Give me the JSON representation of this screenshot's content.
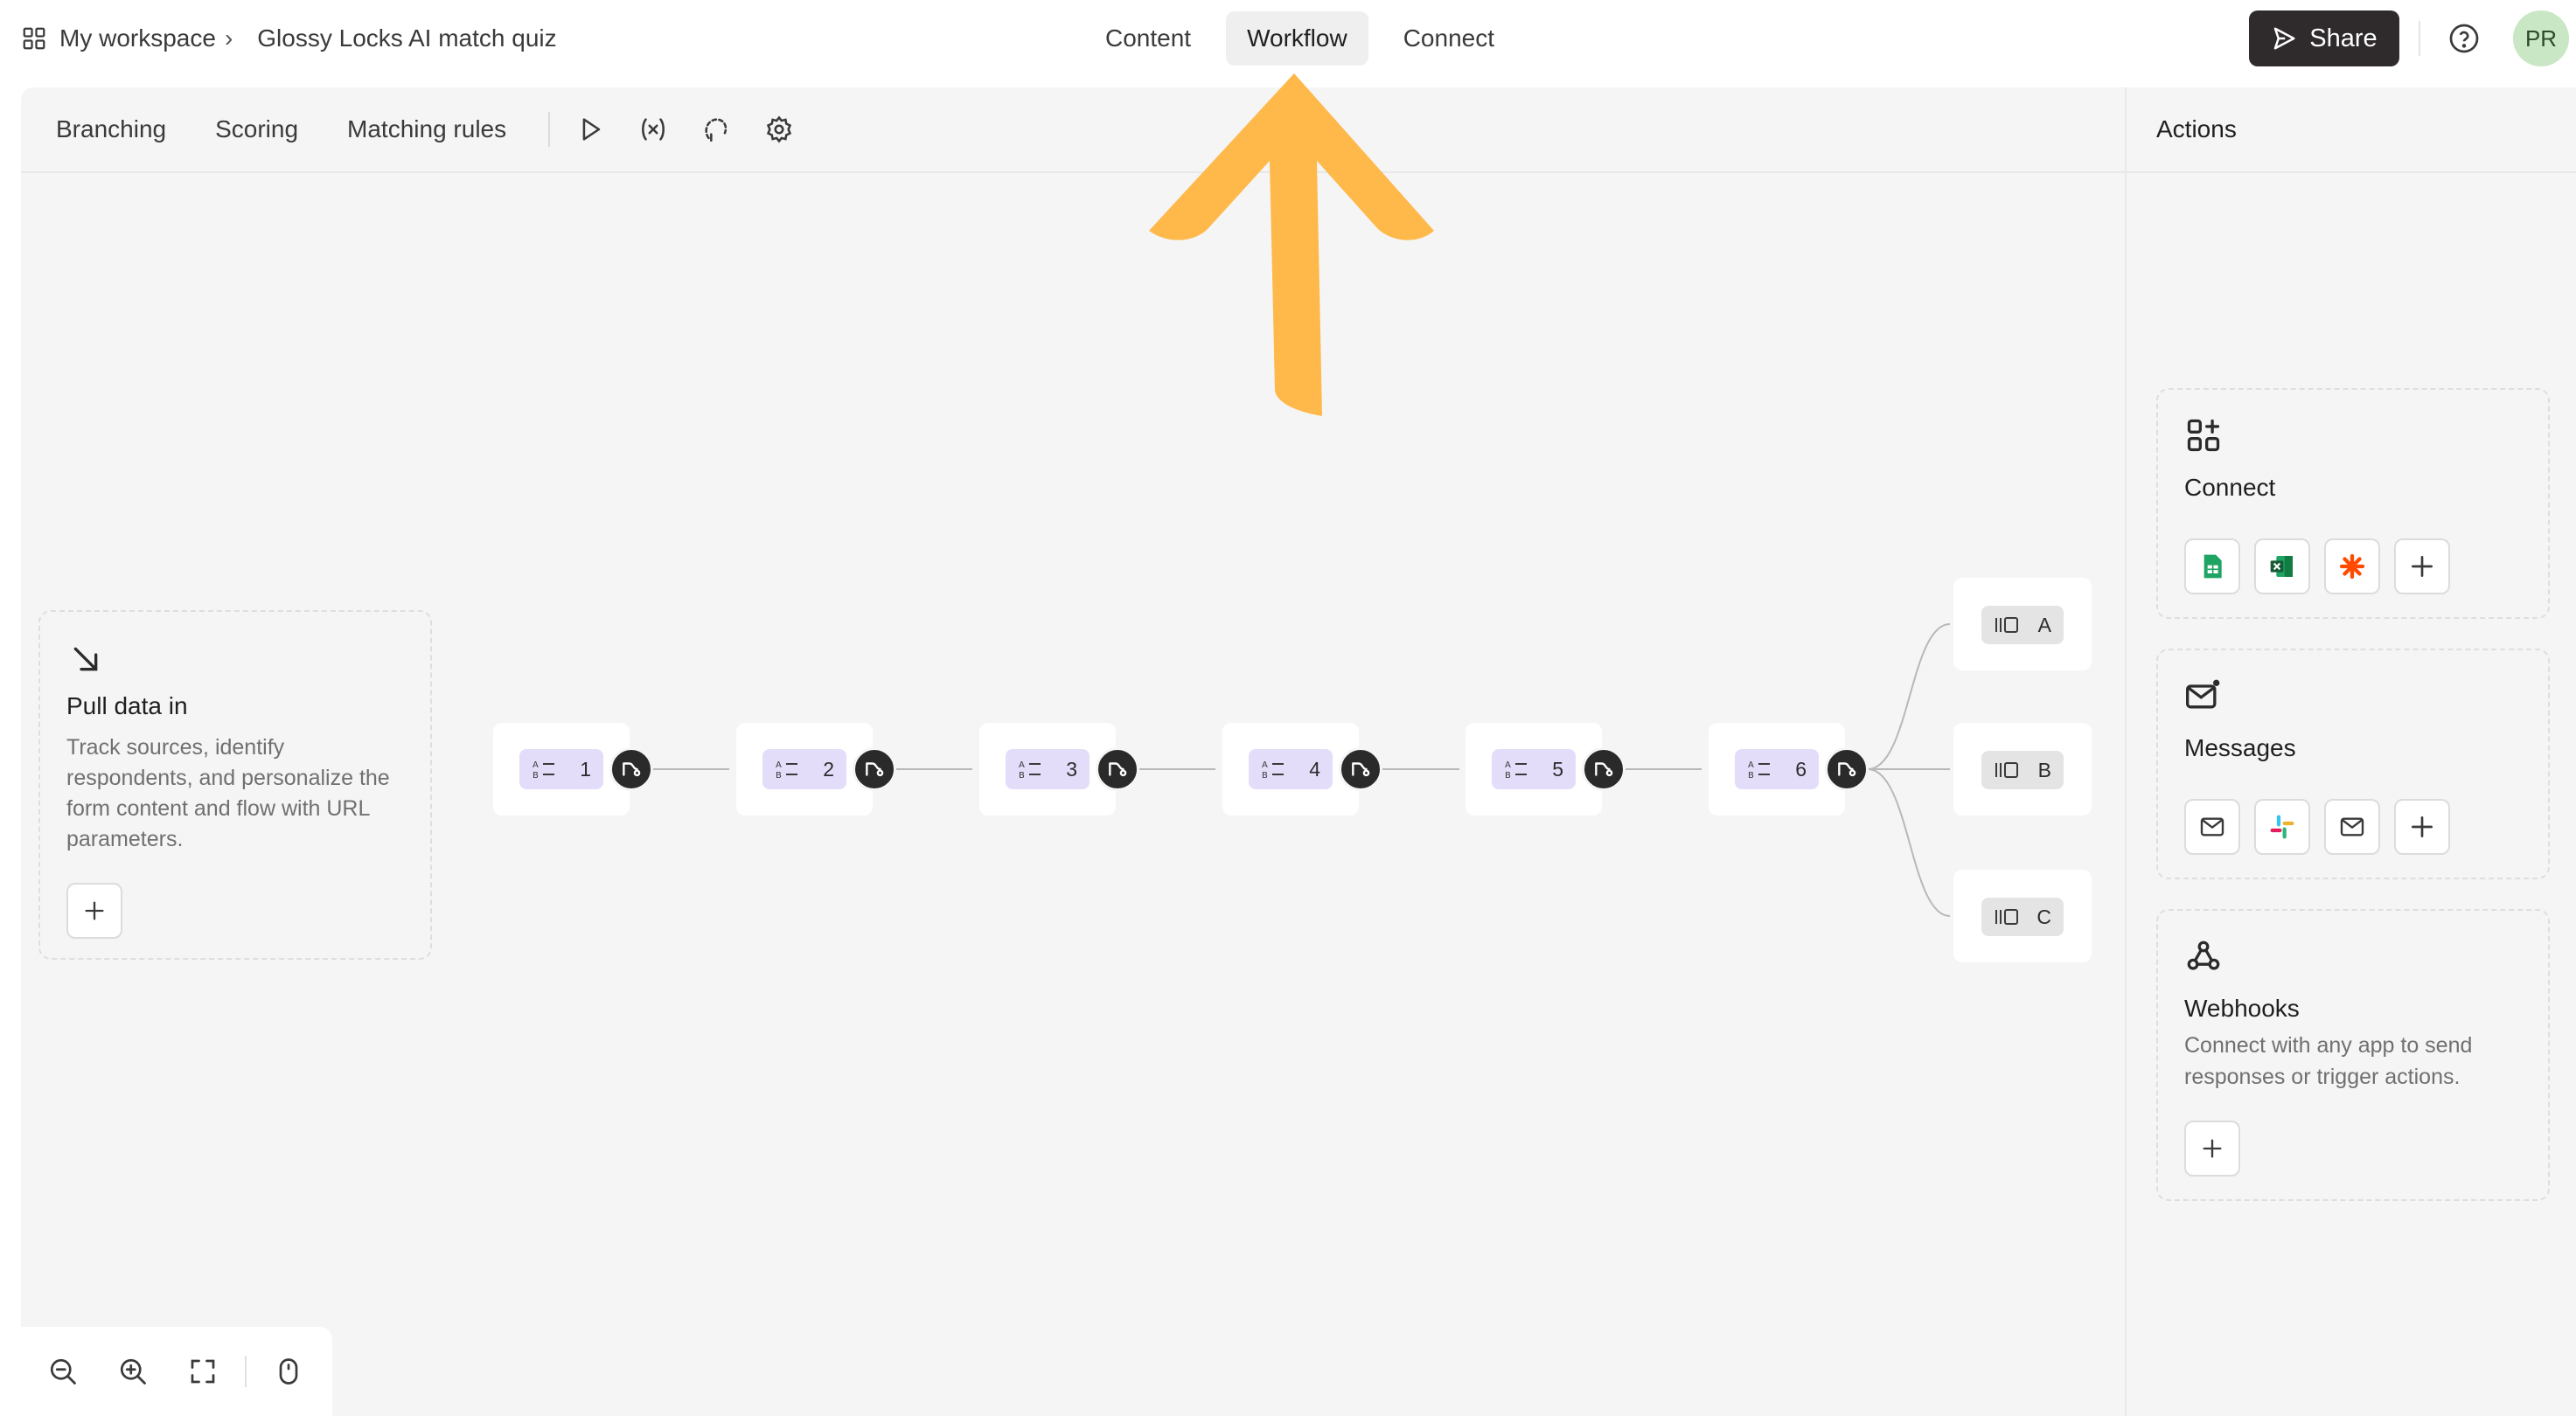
{
  "header": {
    "workspace": "My workspace",
    "form_name": "Glossy Locks AI match quiz",
    "tabs": [
      {
        "label": "Content",
        "active": false
      },
      {
        "label": "Workflow",
        "active": true
      },
      {
        "label": "Connect",
        "active": false
      }
    ],
    "share_label": "Share",
    "avatar_initials": "PR"
  },
  "toolbar": {
    "tabs": [
      "Branching",
      "Scoring",
      "Matching rules"
    ],
    "icons": [
      "play-icon",
      "variables-icon",
      "lasso-icon",
      "settings-icon"
    ]
  },
  "pull_card": {
    "title": "Pull data in",
    "description": "Track sources, identify respondents, and personalize the form content and flow with URL parameters."
  },
  "flow": {
    "questions": [
      "1",
      "2",
      "3",
      "4",
      "5",
      "6"
    ],
    "endings": [
      "A",
      "B",
      "C"
    ]
  },
  "zoom_controls": [
    "zoom-out-icon",
    "zoom-in-icon",
    "fit-screen-icon",
    "mouse-icon"
  ],
  "actions": {
    "header": "Actions",
    "connect": {
      "title": "Connect",
      "apps": [
        "google-sheets-icon",
        "excel-icon",
        "zapier-icon"
      ]
    },
    "messages": {
      "title": "Messages",
      "apps": [
        "email-icon",
        "slack-icon",
        "email-icon"
      ]
    },
    "webhooks": {
      "title": "Webhooks",
      "description": "Connect with any app to send responses or trigger actions."
    }
  },
  "colors": {
    "annotation_arrow": "#FFB84A",
    "question_pill": "#E4DDFA",
    "share_button": "#2F2B2C",
    "avatar": "#C9E7C4"
  }
}
